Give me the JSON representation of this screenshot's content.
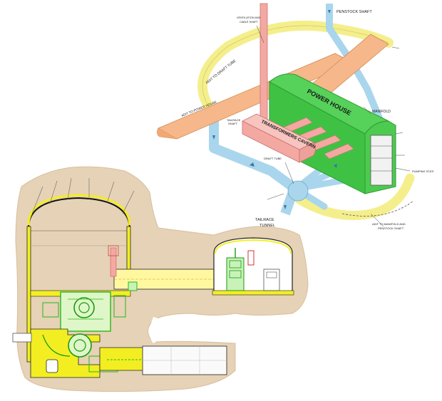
{
  "labels": {
    "penstock_shaft": "PENSTOCK SHAFT",
    "ventilation_shaft_l1": "VENTILATION AND",
    "ventilation_shaft_l2": "CABLE SHAFT",
    "adit_draft_tube": "ADIT TO DRAFT TUBE",
    "adit_power_house": "ADIT TO POWER HOUSE",
    "power_house": "POWER HOUSE",
    "manifold": "MANIFOLD",
    "transformers_cavern": "TRANSFORMERS CAVERN",
    "tailrace_shaft_l1": "TAILRACE",
    "tailrace_shaft_l2": "SHAFT",
    "draft_tube": "DRAFT TUBE",
    "pumping_station": "PUMPING STATI",
    "tailrace_tunnel_l1": "TAILRACE",
    "tailrace_tunnel_l2": "TUNNEL",
    "adit_manifold_l1": "ADIT TO MANIFOLD AND",
    "adit_manifold_l2": "PENSTOCK SHAFT"
  },
  "colors": {
    "rock": "#e6d2b6",
    "powerhouse": "#56d25a",
    "transformers": "#f4a8a2",
    "adit_orange": "#f6b88a",
    "adit_yellow": "#f4ef8c",
    "tunnel_blue": "#a9d6ec",
    "section_yellow": "#f2ee22",
    "section_green": "#3ccf2a"
  }
}
